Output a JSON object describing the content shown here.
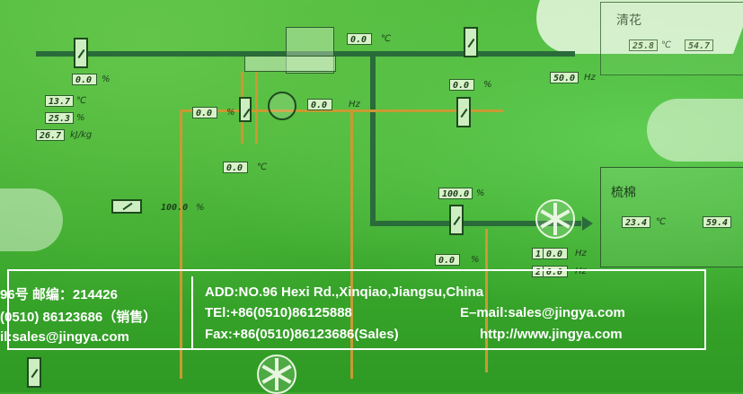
{
  "hmi": {
    "readings": {
      "r_top_temp": "0.0",
      "r_top_temp_unit": "℃",
      "r_left_pct": "0.0",
      "r_left_pct_unit": "%",
      "r_temp1": "13.7",
      "r_temp1_unit": "℃",
      "r_hum1": "25.3",
      "r_hum1_unit": "%",
      "r_enth1": "26.7",
      "r_enth1_unit": "kJ/kg",
      "r_valve_pct": "0.0",
      "r_valve_pct_unit": "%",
      "r_pump_hz": "0.0",
      "r_pump_hz_unit": "Hz",
      "r_water_temp": "0.0",
      "r_water_temp_unit": "℃",
      "r_damper_left": "100.0",
      "r_damper_left_unit": "%",
      "r_damper_mid": "100.0",
      "r_damper_mid_unit": "%",
      "r_damper_right_top": "0.0",
      "r_damper_right_top_unit": "%",
      "r_damper_mid_low": "0.0",
      "r_damper_mid_low_unit": "%",
      "r_fan1_idx": "1",
      "r_fan1_hz": "0.0",
      "r_fan1_unit": "Hz",
      "r_fan2_idx": "2",
      "r_fan2_hz": "0.0",
      "r_fan2_unit": "Hz",
      "r_right_hz": "50.0",
      "r_right_hz_unit": "Hz",
      "r_top_right_1": "25.8",
      "r_top_right_1_unit": "℃",
      "r_top_right_2": "54.7",
      "r_zone_temp": "23.4",
      "r_zone_temp_unit": "℃",
      "r_zone_hum": "59.4"
    },
    "zone_label": "梳棉",
    "top_right_label": "清花"
  },
  "card": {
    "left_line1": "96号  邮编：214426",
    "left_line2": "(0510) 86123686（销售）",
    "left_line3": "il:sales@jingya.com",
    "address": "ADD:NO.96 Hexi Rd.,Xinqiao,Jiangsu,China",
    "tel": "TEl:+86(0510)86125888",
    "email": "E–mail:sales@jingya.com",
    "fax": "Fax:+86(0510)86123686(Sales)",
    "web": "http://www.jingya.com"
  }
}
